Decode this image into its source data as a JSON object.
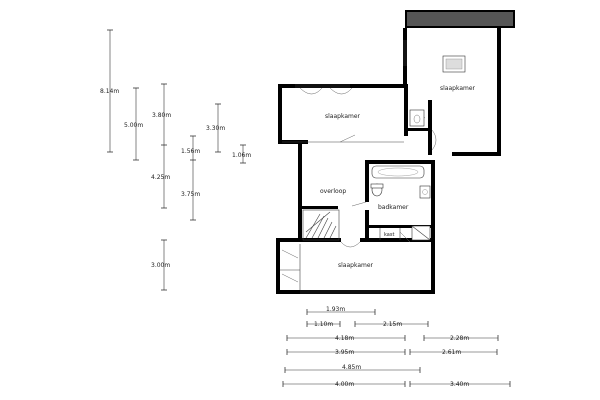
{
  "rooms": {
    "slaapkamer_right": "slaapkamer",
    "slaapkamer_top": "slaapkamer",
    "overloop": "overloop",
    "badkamer": "badkamer",
    "kast": "kast",
    "slaapkamer_bottom": "slaapkamer"
  },
  "dimensions": {
    "v_814": "8.14m",
    "v_500": "5.00m",
    "v_380": "3.80m",
    "v_330": "3.30m",
    "v_156": "1.56m",
    "v_106": "1.06m",
    "v_425": "4.25m",
    "v_375": "3.75m",
    "v_300": "3.00m",
    "h_193": "1.93m",
    "h_110": "1.10m",
    "h_215": "2.15m",
    "h_418": "4.18m",
    "h_228": "2.28m",
    "h_395": "3.95m",
    "h_261": "2.61m",
    "h_485": "4.85m",
    "h_400": "4.00m",
    "h_340": "3.40m"
  }
}
